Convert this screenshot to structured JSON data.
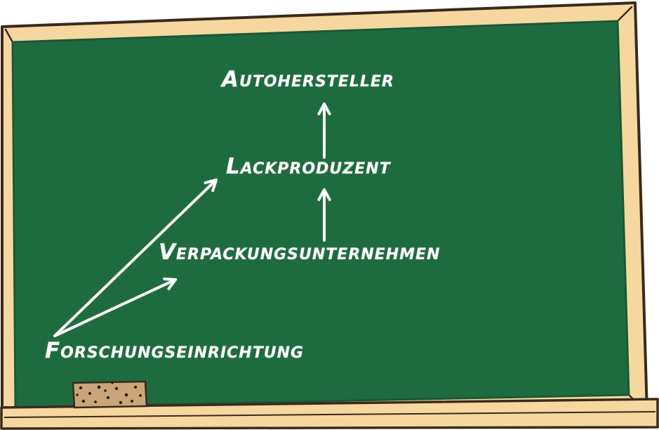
{
  "colors": {
    "board": "#1f6b40",
    "board_edge": "#1a5836",
    "frame": "#f6d7a0",
    "frame_outline": "#3a2a1a",
    "chalk": "#ffffff",
    "eraser": "#caa57a"
  },
  "diagram": {
    "nodes": [
      {
        "id": "autohersteller",
        "label": "Autohersteller"
      },
      {
        "id": "lackproduzent",
        "label": "Lackproduzent"
      },
      {
        "id": "verpackungsunternehmen",
        "label": "Verpackungsunternehmen"
      },
      {
        "id": "forschungseinrichtung",
        "label": "Forschungseinrichtung"
      }
    ],
    "edges": [
      {
        "from": "lackproduzent",
        "to": "autohersteller"
      },
      {
        "from": "verpackungsunternehmen",
        "to": "lackproduzent"
      },
      {
        "from": "forschungseinrichtung",
        "to": "lackproduzent"
      },
      {
        "from": "forschungseinrichtung",
        "to": "verpackungsunternehmen"
      }
    ]
  }
}
